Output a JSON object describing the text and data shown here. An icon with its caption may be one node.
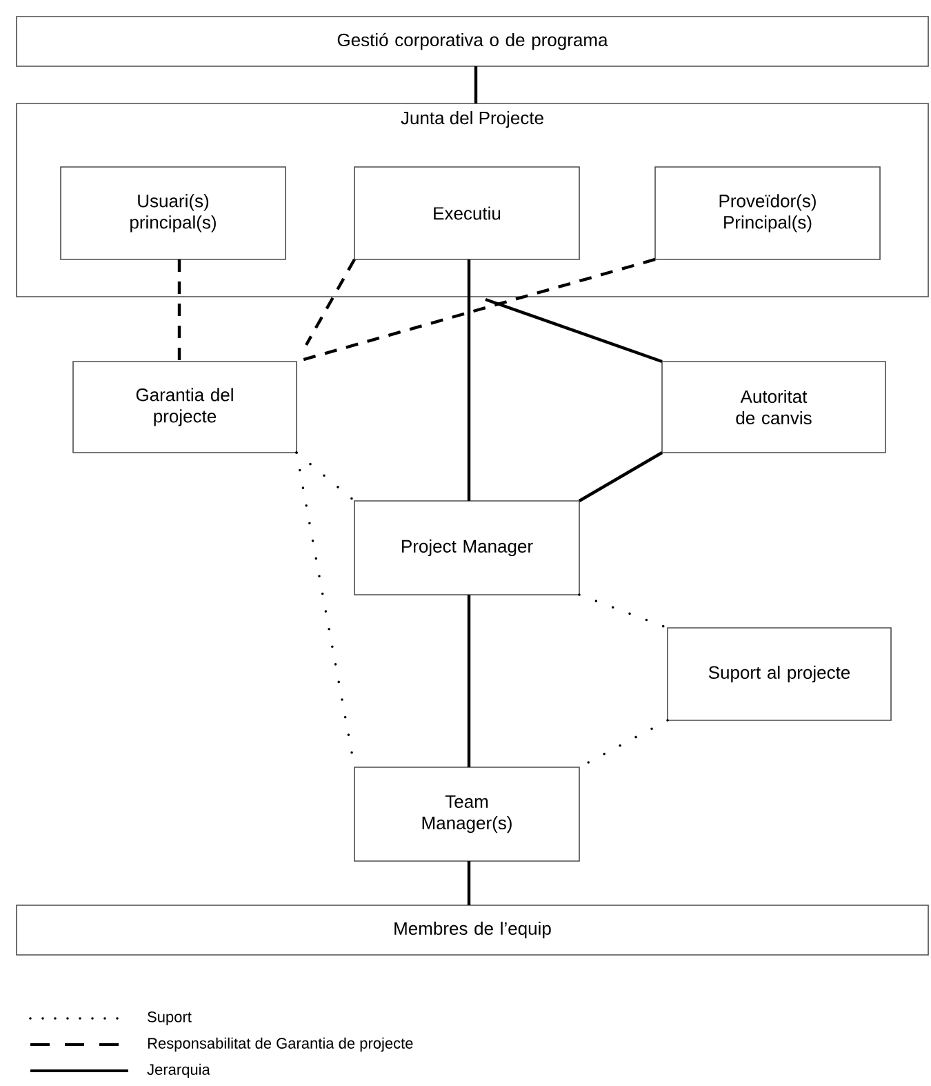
{
  "diagram": {
    "nodes": [
      {
        "text": [
          "Gestió corporativa o de programa"
        ]
      },
      {
        "text": [
          "Junta del Projecte"
        ]
      },
      {
        "text": [
          "Usuari(s) principal(s)"
        ],
        "in": 1
      },
      {
        "text": [
          "Executiu"
        ],
        "in": 1
      },
      {
        "text": [
          "Proveïdor(s) Principal(s)"
        ],
        "in": 1
      },
      {
        "text": [
          "Garantia del projecte"
        ]
      },
      {
        "text": [
          "Autoritat de canvis"
        ]
      },
      {
        "text": [
          "Project Manager"
        ]
      },
      {
        "text": [
          "Suport al projecte"
        ]
      },
      {
        "text": [
          "Team Manager(s)"
        ]
      },
      {
        "text": [
          "Membres de l’equip"
        ]
      }
    ],
    "edges": [
      {
        "from": 0,
        "to": 1,
        "arrow": "none"
      },
      {
        "from": 2,
        "to": 5,
        "arrow": "none",
        "style": "dashed"
      },
      {
        "from": 3,
        "to": 5,
        "arrow": "none",
        "style": "dashed"
      },
      {
        "from": 4,
        "to": 5,
        "arrow": "none",
        "style": "dashed"
      },
      {
        "from": 3,
        "to": 7,
        "arrow": "none"
      },
      {
        "from": 1,
        "to": 6,
        "arrow": "none"
      },
      {
        "from": 6,
        "to": 7,
        "arrow": "none"
      },
      {
        "from": 5,
        "to": 7,
        "arrow": "none",
        "style": "dashed"
      },
      {
        "from": 5,
        "to": 9,
        "arrow": "none",
        "style": "dashed"
      },
      {
        "from": 7,
        "to": 8,
        "arrow": "none",
        "style": "dashed"
      },
      {
        "from": 8,
        "to": 9,
        "arrow": "none",
        "style": "dashed"
      },
      {
        "from": 7,
        "to": 9,
        "arrow": "none"
      },
      {
        "from": 9,
        "to": 10,
        "arrow": "none"
      }
    ],
    "legend": [
      {
        "text": "Suport"
      },
      {
        "text": "Responsabilitat de Garantia de projecte"
      },
      {
        "text": "Jerarquia"
      }
    ]
  }
}
